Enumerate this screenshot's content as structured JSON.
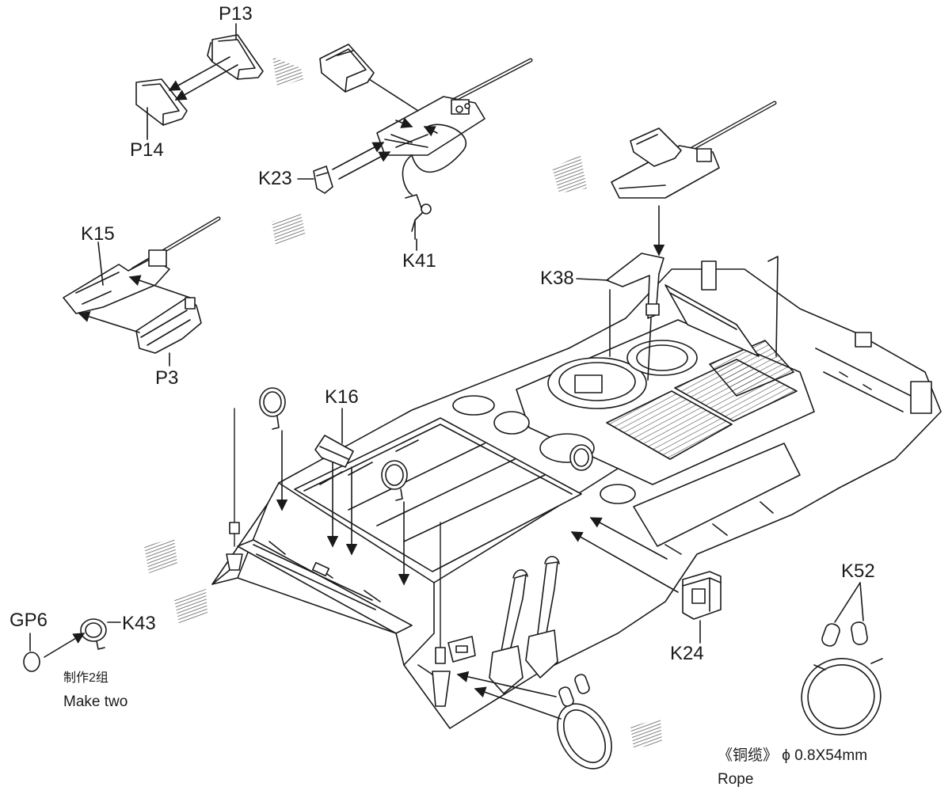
{
  "callouts": {
    "p13": "P13",
    "p14": "P14",
    "k23": "K23",
    "k41": "K41",
    "k15": "K15",
    "p3": "P3",
    "k16": "K16",
    "k38": "K38",
    "gp6": "GP6",
    "k43": "K43",
    "k24": "K24",
    "k52": "K52"
  },
  "notes": {
    "make_two_cn": "制作2组",
    "make_two_en": "Make two",
    "rope_spec": "《铜缆》 ϕ 0.8X54mm",
    "rope_en": "Rope"
  },
  "style": {
    "ink": "#1a1a1a",
    "paper": "#ffffff",
    "hatch": "#4a4a4a"
  }
}
